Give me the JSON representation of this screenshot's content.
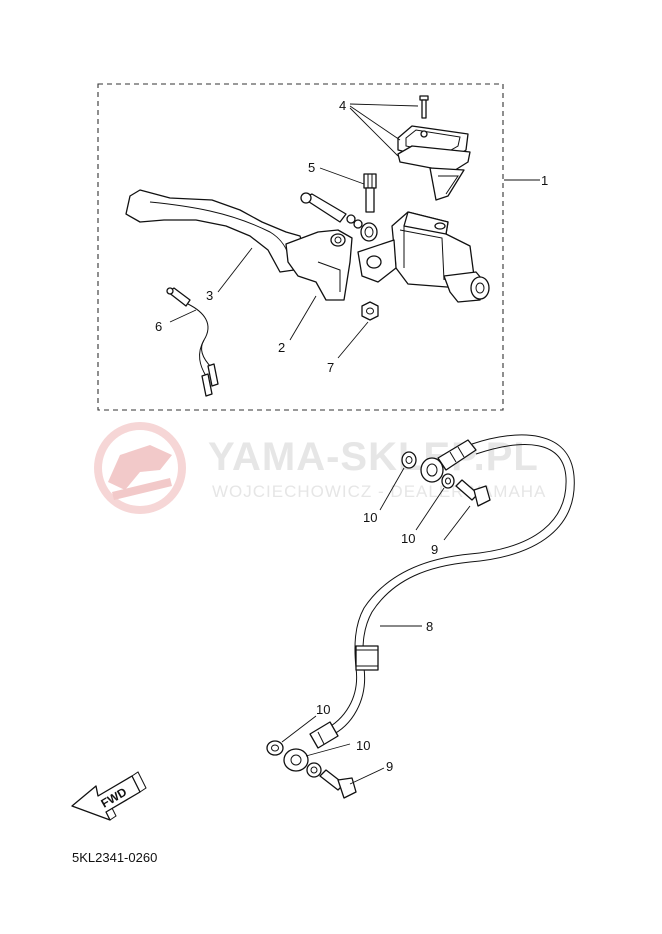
{
  "watermark": {
    "brand": "YAMA-SKLEP.PL",
    "subtitle": "WOJCIECHOWICZ - DEALER YAMAHA"
  },
  "diagram_code": "5KL2341-0260",
  "direction_label": "FWD",
  "callouts": {
    "c1": "1",
    "c2": "2",
    "c3": "3",
    "c4": "4",
    "c5": "5",
    "c6": "6",
    "c7": "7",
    "c8": "8",
    "c9_upper": "9",
    "c9_lower": "9",
    "c10_upper_a": "10",
    "c10_upper_b": "10",
    "c10_lower_a": "10",
    "c10_lower_b": "10"
  },
  "colors": {
    "line": "#111111",
    "watermark": "#e6e6e6",
    "logo": "#f2c9c9"
  }
}
